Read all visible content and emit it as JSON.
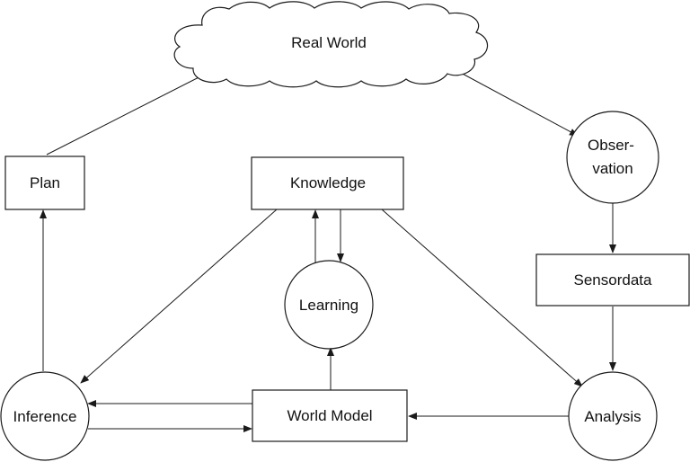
{
  "diagram": {
    "nodes": {
      "real_world": {
        "shape": "cloud",
        "label": "Real World"
      },
      "observation": {
        "shape": "circle",
        "label_lines": [
          "Obser-",
          "vation"
        ]
      },
      "sensordata": {
        "shape": "box",
        "label": "Sensordata"
      },
      "analysis": {
        "shape": "circle",
        "label": "Analysis"
      },
      "world_model": {
        "shape": "box",
        "label": "World Model"
      },
      "learning": {
        "shape": "circle",
        "label": "Learning"
      },
      "knowledge": {
        "shape": "box",
        "label": "Knowledge"
      },
      "inference": {
        "shape": "circle",
        "label": "Inference"
      },
      "plan": {
        "shape": "box",
        "label": "Plan"
      }
    },
    "edges": [
      {
        "from": "Real World",
        "to": "Observation"
      },
      {
        "from": "Observation",
        "to": "Sensordata"
      },
      {
        "from": "Sensordata",
        "to": "Analysis"
      },
      {
        "from": "Analysis",
        "to": "World Model"
      },
      {
        "from": "Knowledge",
        "to": "Analysis"
      },
      {
        "from": "Knowledge",
        "to": "Inference"
      },
      {
        "from": "Knowledge",
        "to": "Learning"
      },
      {
        "from": "Learning",
        "to": "Knowledge"
      },
      {
        "from": "World Model",
        "to": "Learning"
      },
      {
        "from": "World Model",
        "to": "Inference"
      },
      {
        "from": "Inference",
        "to": "World Model"
      },
      {
        "from": "Inference",
        "to": "Plan"
      },
      {
        "from": "Plan",
        "to": "Real World"
      }
    ]
  }
}
